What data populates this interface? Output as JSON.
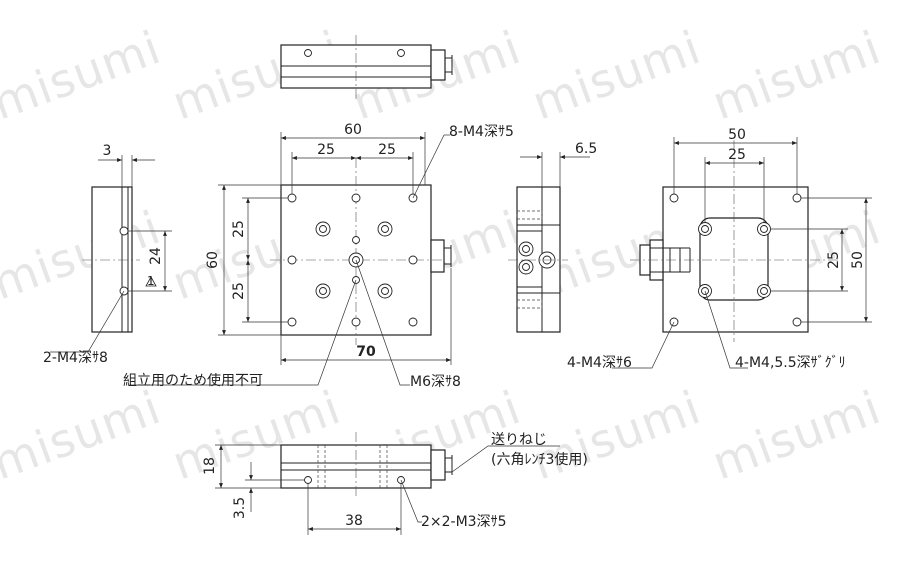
{
  "watermark": "misumi",
  "front": {
    "width_70": "70",
    "height_60": "60",
    "pitch_25_top_a": "25",
    "pitch_25_top_b": "25",
    "pitch_25_left_a": "25",
    "pitch_25_left_b": "25",
    "width_60": "60"
  },
  "labels": {
    "m4_8": "8-M4深ｻ5",
    "m6": "M6深ｻ8",
    "no_use": "組立用のため使用不可",
    "m4_2": "2-M4深ｻ8",
    "m4_4": "4-M4深ｻ6",
    "m4_cb": "4-M4,5.5深ｻﾞｸﾞﾘ",
    "feed_1": "送りねじ",
    "feed_2": "(六角ﾚﾝﾁ3使用)",
    "m3": "2×2-M3深ｻ5"
  },
  "left": {
    "dim_3": "3",
    "dim_24": "24",
    "tri": "1"
  },
  "right": {
    "dim_65": "6.5"
  },
  "back": {
    "dim_50_top": "50",
    "dim_25_top": "25",
    "dim_25_side": "25",
    "dim_50_side": "50"
  },
  "bottom": {
    "dim_18": "18",
    "dim_35": "3.5",
    "dim_38": "38"
  }
}
